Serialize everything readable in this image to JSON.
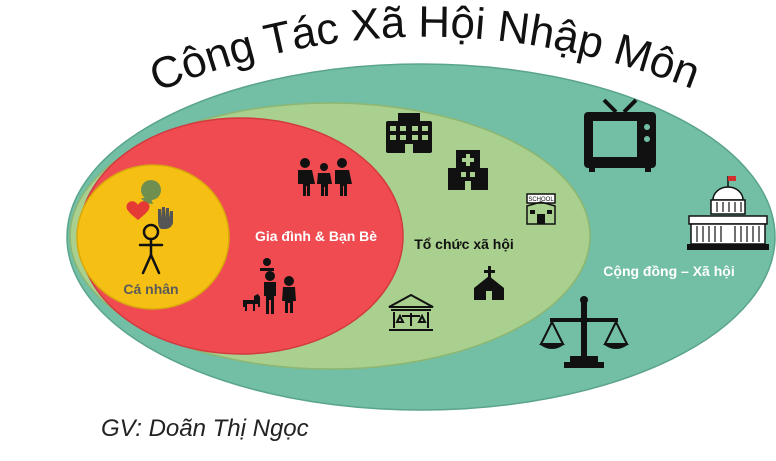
{
  "title": "Công Tác Xã Hội Nhập Môn",
  "footer": "GV: Doãn Thị Ngọc",
  "layers": {
    "individual": "Cá nhân",
    "family": "Gia đình & Bạn Bè",
    "organization": "Tổ chức xã hội",
    "community": "Cộng đồng – Xã hội"
  },
  "icon_labels": {
    "school_sign": "SCHOOL"
  },
  "colors": {
    "community": "#72bfa6",
    "organization": "#a9d08e",
    "family": "#ef4b50",
    "individual": "#f5c013",
    "heart": "#e53935",
    "head": "#6e8f4f",
    "hand": "#555555",
    "ink": "#111111"
  },
  "icons": [
    "head-icon",
    "heart-icon",
    "hand-icon",
    "stick-person-icon",
    "family-icon",
    "parent-child-dog-icon",
    "office-building-icon",
    "hospital-icon",
    "school-icon",
    "church-icon",
    "courthouse-icon",
    "tv-icon",
    "capitol-icon",
    "scales-icon"
  ]
}
